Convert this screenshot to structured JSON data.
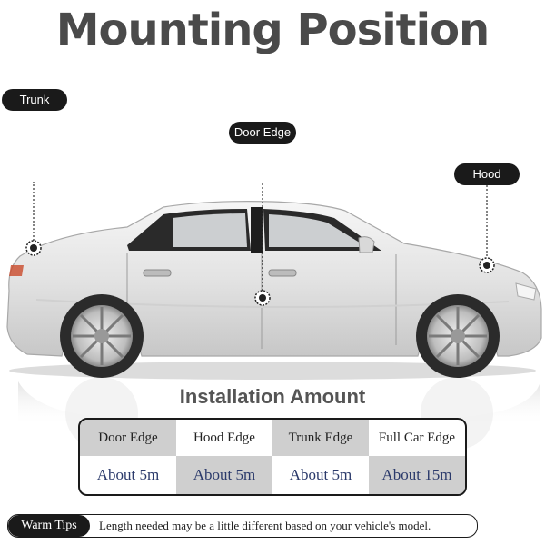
{
  "title": "Mounting Position",
  "labels": {
    "trunk": "Trunk",
    "door_edge": "Door Edge",
    "hood": "Hood"
  },
  "installation": {
    "title": "Installation Amount",
    "headers": [
      "Door Edge",
      "Hood Edge",
      "Trunk Edge",
      "Full Car Edge"
    ],
    "values": [
      "About 5m",
      "About 5m",
      "About 5m",
      "About 15m"
    ]
  },
  "warm_tips": {
    "badge": "Warm Tips",
    "text": "Length needed may be a little different based on your vehicle's model."
  },
  "colors": {
    "dark": "#1a1a1a",
    "title_gray": "#4a4a4a",
    "cell_gray": "#cfcfcf",
    "car_body": "#e8e8e8"
  }
}
